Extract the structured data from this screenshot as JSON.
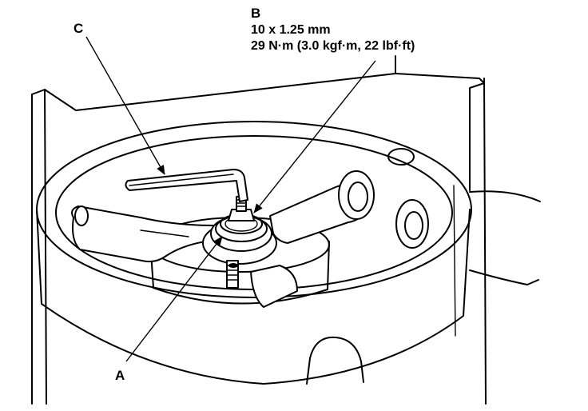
{
  "callouts": {
    "a": {
      "letter": "A"
    },
    "b": {
      "letter": "B",
      "size": "10 x 1.25 mm",
      "torque": "29 N·m (3.0 kgf·m, 22 lbf·ft)"
    },
    "c": {
      "letter": "C"
    }
  }
}
